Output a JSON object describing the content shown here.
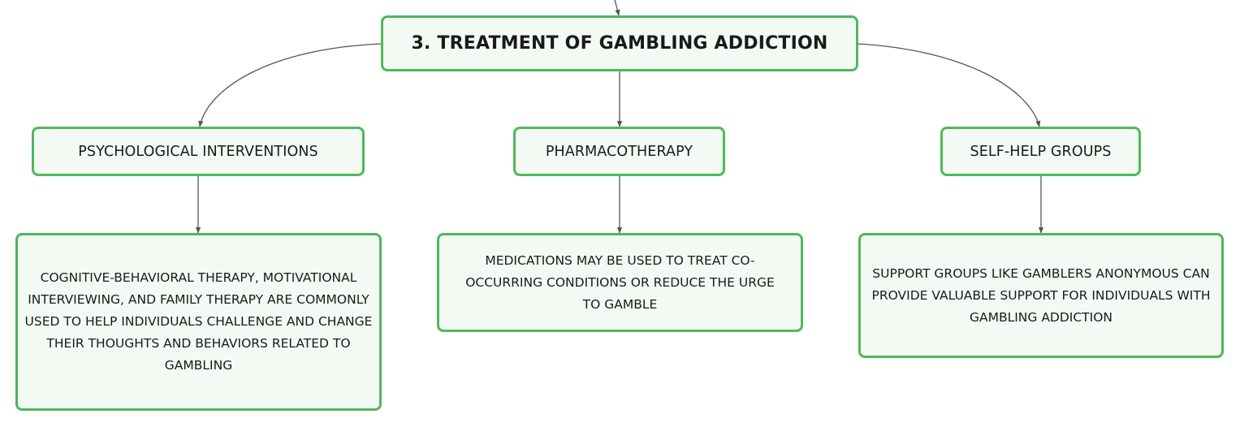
{
  "diagram": {
    "root": {
      "label": "3. TREATMENT OF GAMBLING ADDICTION"
    },
    "branches": [
      {
        "label": "PSYCHOLOGICAL INTERVENTIONS",
        "detail": "COGNITIVE-BEHAVIORAL THERAPY, MOTIVATIONAL INTERVIEWING, AND FAMILY THERAPY ARE COMMONLY USED TO HELP INDIVIDUALS CHALLENGE AND CHANGE THEIR THOUGHTS AND BEHAVIORS RELATED TO GAMBLING"
      },
      {
        "label": "PHARMACOTHERAPY",
        "detail": "MEDICATIONS MAY BE USED TO TREAT CO-OCCURRING CONDITIONS OR REDUCE THE URGE TO GAMBLE"
      },
      {
        "label": "SELF-HELP GROUPS",
        "detail": "SUPPORT GROUPS LIKE GAMBLERS ANONYMOUS CAN PROVIDE VALUABLE SUPPORT FOR INDIVIDUALS WITH GAMBLING ADDICTION"
      }
    ],
    "colors": {
      "node_border": "#4fb85b",
      "node_fill": "#f3faf4",
      "connector": "#555555",
      "text": "#1a1a1a"
    }
  }
}
